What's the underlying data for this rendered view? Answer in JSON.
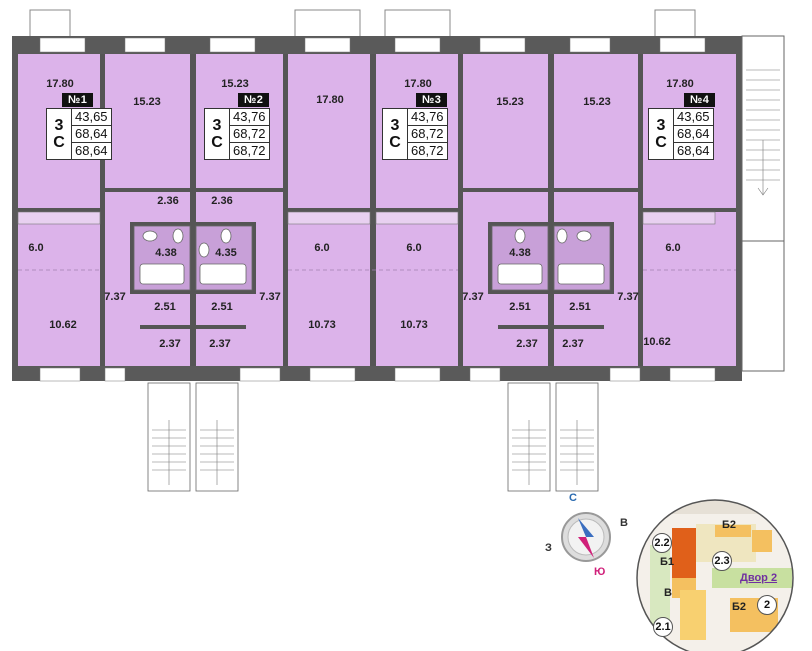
{
  "rooms": [
    {
      "id": "r1",
      "label": "17.80"
    },
    {
      "id": "r2",
      "label": "15.23"
    },
    {
      "id": "r3",
      "label": "15.23"
    },
    {
      "id": "r4",
      "label": "17.80"
    },
    {
      "id": "r5",
      "label": "17.80"
    },
    {
      "id": "r6",
      "label": "15.23"
    },
    {
      "id": "r7",
      "label": "15.23"
    },
    {
      "id": "r8",
      "label": "17.80"
    },
    {
      "id": "r9",
      "label": "2.36"
    },
    {
      "id": "r10",
      "label": "2.36"
    },
    {
      "id": "r11",
      "label": "6.0"
    },
    {
      "id": "r12",
      "label": "4.38"
    },
    {
      "id": "r13",
      "label": "4.35"
    },
    {
      "id": "r14",
      "label": "6.0"
    },
    {
      "id": "r15",
      "label": "6.0"
    },
    {
      "id": "r16",
      "label": "4.38"
    },
    {
      "id": "r17",
      "label": "6.0"
    },
    {
      "id": "r18",
      "label": "7.37"
    },
    {
      "id": "r19",
      "label": "7.37"
    },
    {
      "id": "r20",
      "label": "7.37"
    },
    {
      "id": "r21",
      "label": "7.37"
    },
    {
      "id": "r22",
      "label": "2.51"
    },
    {
      "id": "r23",
      "label": "2.51"
    },
    {
      "id": "r24",
      "label": "2.51"
    },
    {
      "id": "r25",
      "label": "2.51"
    },
    {
      "id": "r26",
      "label": "10.62"
    },
    {
      "id": "r27",
      "label": "10.73"
    },
    {
      "id": "r28",
      "label": "10.73"
    },
    {
      "id": "r29",
      "label": "10.62"
    },
    {
      "id": "r30",
      "label": "2.37"
    },
    {
      "id": "r31",
      "label": "2.37"
    },
    {
      "id": "r32",
      "label": "2.37"
    },
    {
      "id": "r33",
      "label": "2.37"
    }
  ],
  "apartments": [
    {
      "number": "№1",
      "rooms_count": "3",
      "type": "С",
      "areas": [
        "43,65",
        "68,64",
        "68,64"
      ]
    },
    {
      "number": "№2",
      "rooms_count": "3",
      "type": "С",
      "areas": [
        "43,76",
        "68,72",
        "68,72"
      ]
    },
    {
      "number": "№3",
      "rooms_count": "3",
      "type": "С",
      "areas": [
        "43,76",
        "68,72",
        "68,72"
      ]
    },
    {
      "number": "№4",
      "rooms_count": "3",
      "type": "С",
      "areas": [
        "43,65",
        "68,64",
        "68,64"
      ]
    }
  ],
  "compass": {
    "north": "С",
    "east": "В",
    "south": "Ю",
    "west": "З"
  },
  "minimap": {
    "buildings": [
      "2.2",
      "2.3",
      "2.1",
      "2"
    ],
    "sections": [
      "Б2",
      "Б1",
      "В",
      "Б2"
    ],
    "yard": "Двор 2"
  },
  "colors": {
    "room": "#dcb3ea",
    "wall": "#4a4a4a",
    "window": "#ffffff",
    "stair": "#ffffff"
  }
}
